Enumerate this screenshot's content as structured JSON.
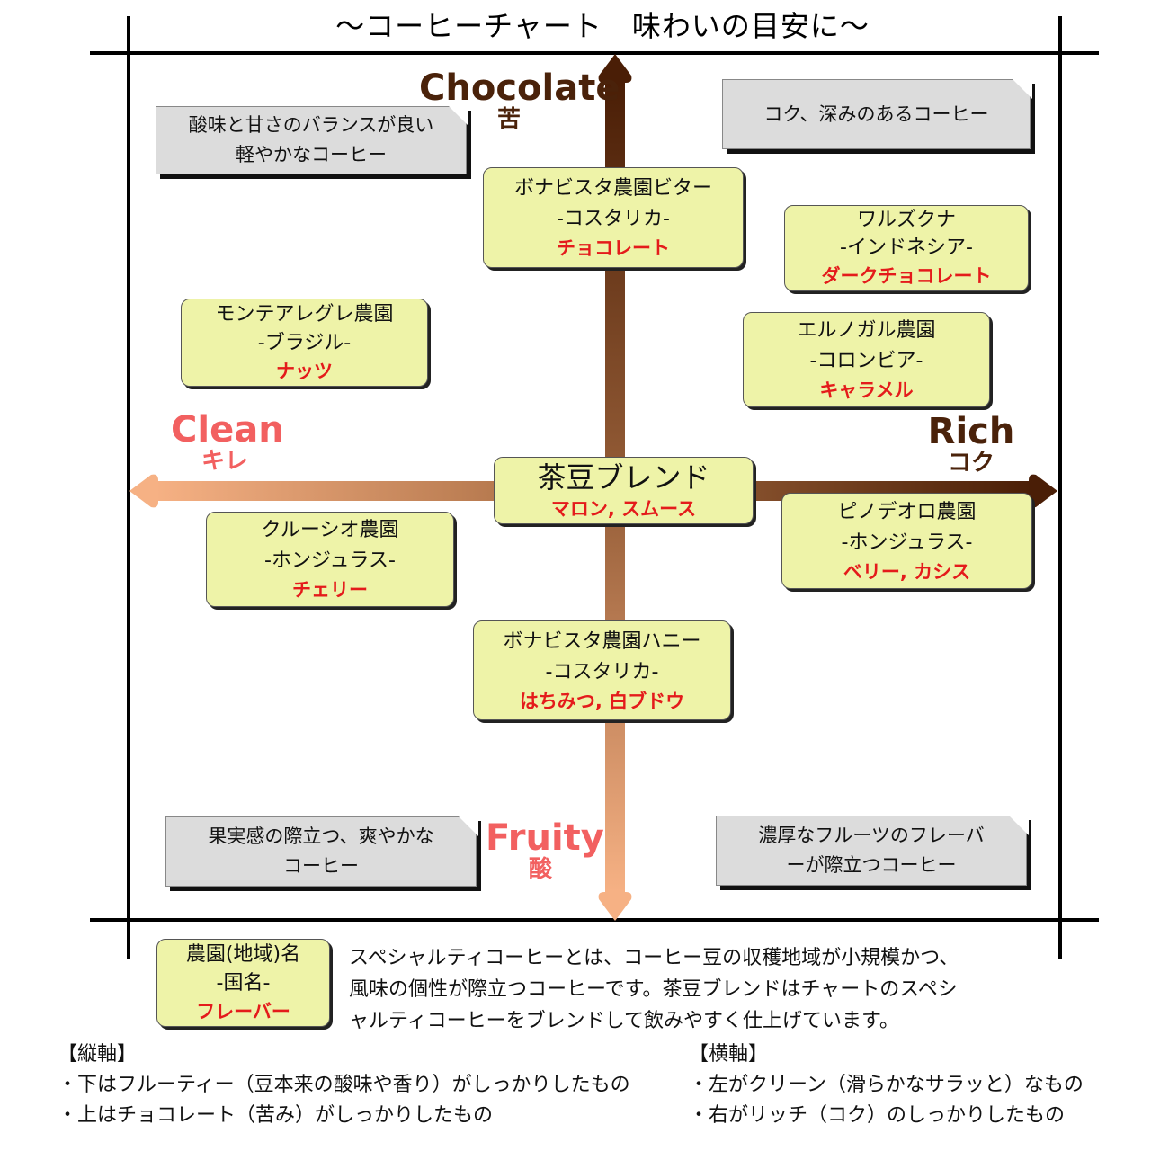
{
  "title": "〜コーヒーチャート　味わいの目安に〜",
  "axes": {
    "top": {
      "en": "Chocolate",
      "jp": "苦",
      "color": "#4a220a"
    },
    "bottom": {
      "en": "Fruity",
      "jp": "酸",
      "color": "#f26060"
    },
    "left": {
      "en": "Clean",
      "jp": "キレ",
      "color": "#f26060"
    },
    "right": {
      "en": "Rich",
      "jp": "コク",
      "color": "#4a220a"
    }
  },
  "colors": {
    "arrow_dark": "#4a1e06",
    "arrow_light": "#f6b184",
    "card_bg": "#eef3a8",
    "flavor_text": "#e41b1b",
    "note_bg": "#dcdcdc"
  },
  "quadrant_notes": {
    "top_left": [
      "酸味と甘さのバランスが良い",
      "軽やかなコーヒー"
    ],
    "top_right": [
      "コク、深みのあるコーヒー"
    ],
    "bottom_left": [
      "果実感の際立つ、爽やかな",
      "コーヒー"
    ],
    "bottom_right": [
      "濃厚なフルーツのフレーバ",
      "ーが際立つコーヒー"
    ]
  },
  "coffees": [
    {
      "name": "ボナビスタ農園ビター",
      "country": "-コスタリカ-",
      "flavor": "チョコレート"
    },
    {
      "name": "ワルズクナ",
      "country": "-インドネシア-",
      "flavor": "ダークチョコレート"
    },
    {
      "name": "モンテアレグレ農園",
      "country": "-ブラジル-",
      "flavor": "ナッツ"
    },
    {
      "name": "エルノガル農園",
      "country": "-コロンビア-",
      "flavor": "キャラメル"
    },
    {
      "name": "茶豆ブレンド",
      "country": "",
      "flavor": "マロン, スムース"
    },
    {
      "name": "クルーシオ農園",
      "country": "-ホンジュラス-",
      "flavor": "チェリー"
    },
    {
      "name": "ピノデオロ農園",
      "country": "-ホンジュラス-",
      "flavor": "ベリー, カシス"
    },
    {
      "name": "ボナビスタ農園ハニー",
      "country": "-コスタリカ-",
      "flavor": "はちみつ, 白ブドウ"
    }
  ],
  "legend_card": {
    "name": "農園(地域)名",
    "country": "-国名-",
    "flavor": "フレーバー"
  },
  "description": [
    "スペシャルティコーヒーとは、コーヒー豆の収穫地域が小規模かつ、",
    "風味の個性が際立つコーヒーです。茶豆ブレンドはチャートのスペシ",
    "ャルティコーヒーをブレンドして飲みやすく仕上げています。"
  ],
  "vertical_axis_notes": {
    "heading": "【縦軸】",
    "items": [
      "・下はフルーティー（豆本来の酸味や香り）がしっかりしたもの",
      "・上はチョコレート（苦み）がしっかりしたもの"
    ]
  },
  "horizontal_axis_notes": {
    "heading": "【横軸】",
    "items": [
      "・左がクリーン（滑らかなサラッと）なもの",
      "・右がリッチ（コク）のしっかりしたもの"
    ]
  }
}
